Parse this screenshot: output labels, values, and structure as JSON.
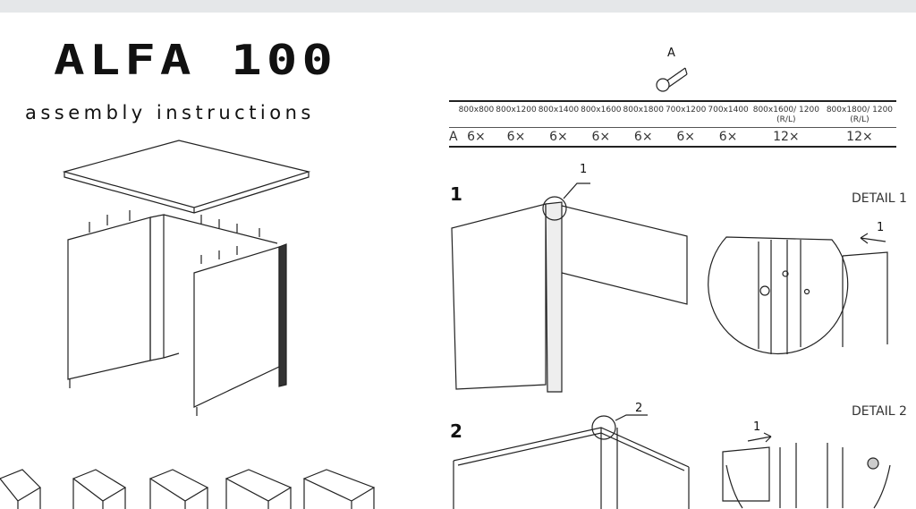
{
  "title": "ALFA 100",
  "subtitle": "assembly instructions",
  "hardware": {
    "label": "A",
    "icon": "screw-icon"
  },
  "table": {
    "headers": [
      "",
      "800x800",
      "800x1200",
      "800x1400",
      "800x1600",
      "800x1800",
      "700x1200",
      "700x1400",
      "800x1600/ 1200 (R/L)",
      "800x1800/ 1200 (R/L)"
    ],
    "row": [
      "A",
      "6×",
      "6×",
      "6×",
      "6×",
      "6×",
      "6×",
      "6×",
      "12×",
      "12×"
    ]
  },
  "steps": [
    {
      "number": "1",
      "callout": "1",
      "detail": "DETAIL 1",
      "arrow": "1"
    },
    {
      "number": "2",
      "callout": "2",
      "detail": "DETAIL 2",
      "arrow": "1"
    }
  ]
}
